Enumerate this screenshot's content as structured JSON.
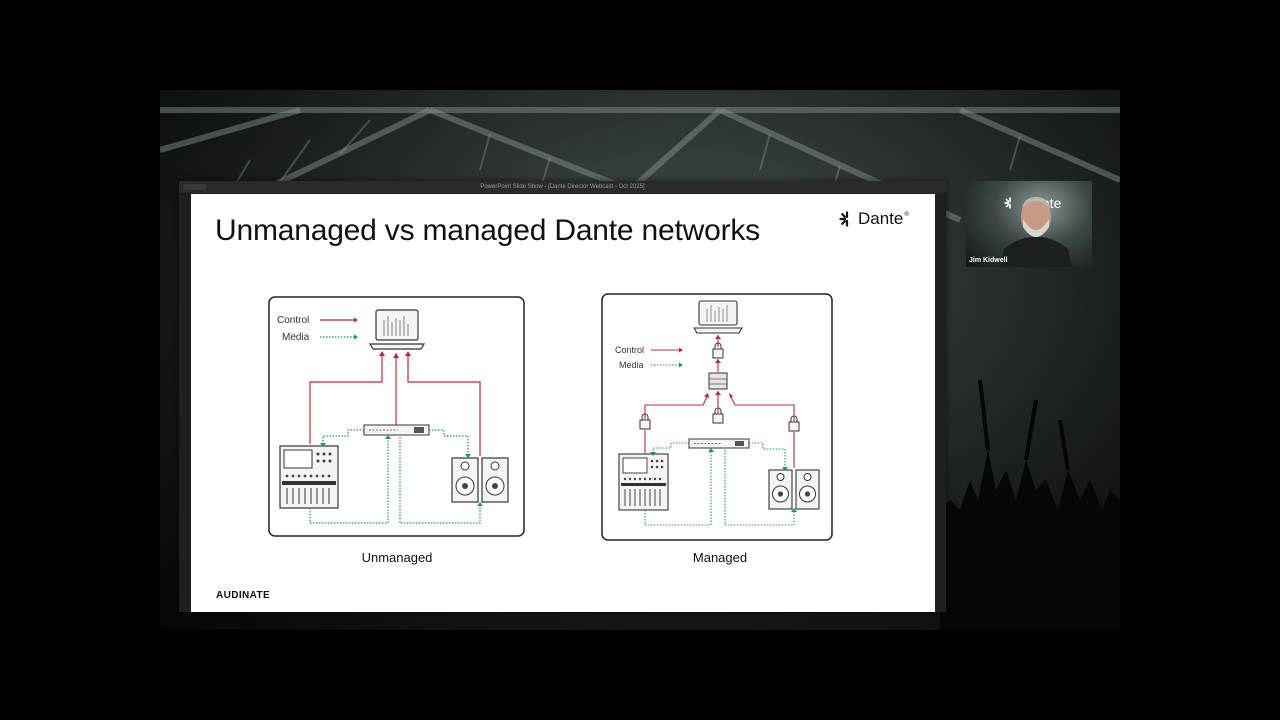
{
  "window": {
    "title": "PowerPoint Slide Show - [Dante Director Webcast - Oct 2025]"
  },
  "slide": {
    "title": "Unmanaged vs managed Dante networks",
    "brand": {
      "name": "Dante",
      "reg": "®"
    },
    "footer": "AUDINATE",
    "diagram_unmanaged": {
      "legend_control": "Control",
      "legend_media": "Media",
      "caption": "Unmanaged"
    },
    "diagram_managed": {
      "legend_control": "Control",
      "legend_media": "Media",
      "caption": "Managed"
    }
  },
  "webcam": {
    "name": "Jim Kidwell",
    "logo_text": "nte"
  },
  "colors": {
    "control": "#c0283a",
    "media": "#2a8f70",
    "slide_bg": "#ffffff",
    "stage_bg": "#2b3231"
  }
}
